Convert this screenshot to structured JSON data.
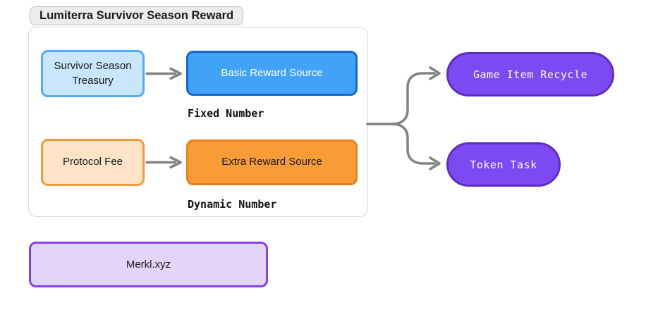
{
  "title_badge": "Lumiterra Survivor Season Reward",
  "reward_group": {
    "row1": {
      "source": "Survivor Season Treasury",
      "target": "Basic Reward Source",
      "caption": "Fixed Number"
    },
    "row2": {
      "source": "Protocol Fee",
      "target": "Extra Reward Source",
      "caption": "Dynamic Number"
    }
  },
  "destinations": {
    "top": "Game Item Recycle",
    "bottom": "Token Task"
  },
  "distributor": {
    "label": "Merkl.xyz"
  },
  "colors": {
    "badge_fill": "#ececec",
    "badge_border": "#bdbdbd",
    "container_border": "#d9d9d9",
    "treasury_fill": "#c9e7fc",
    "treasury_border": "#54acf7",
    "basic_fill": "#41a3f7",
    "basic_border": "#1668c9",
    "protocol_fill": "#fde4c7",
    "protocol_border": "#f5993d",
    "extra_fill": "#f89c38",
    "extra_border": "#e8821c",
    "purple_fill": "#7c4af2",
    "purple_border": "#5f2cc0",
    "merkl_fill": "#e3d4fa",
    "merkl_border": "#8540f0",
    "arrow": "#828282",
    "text_dark": "#1a1a1a",
    "text_light": "#ffffff"
  }
}
